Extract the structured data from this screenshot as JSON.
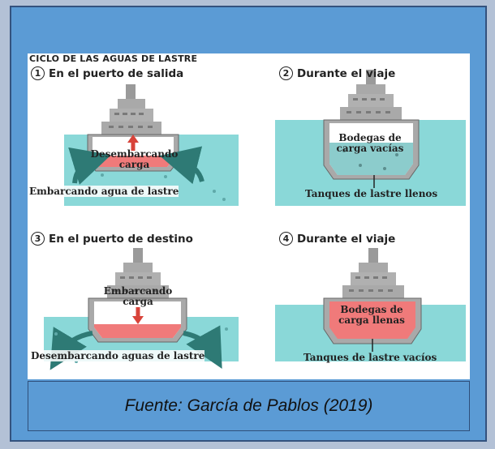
{
  "figure": {
    "title": "CICLO DE LAS AGUAS DE LASTRE",
    "steps": [
      {
        "num": "1",
        "title": "En el puerto de salida",
        "label_top_1": "Desembarcando",
        "label_top_2": "carga",
        "label_bottom": "Embarcando agua de lastre"
      },
      {
        "num": "2",
        "title": "Durante el viaje",
        "label_top_1": "Bodegas de",
        "label_top_2": "carga vacías",
        "label_bottom": "Tanques de lastre llenos"
      },
      {
        "num": "3",
        "title": "En el puerto de destino",
        "label_top_1": "Embarcando",
        "label_top_2": "carga",
        "label_bottom": "Desembarcando aguas de lastre"
      },
      {
        "num": "4",
        "title": "Durante el viaje",
        "label_top_1": "Bodegas de",
        "label_top_2": "carga llenas",
        "label_bottom": "Tanques de lastre vacíos"
      }
    ]
  },
  "caption": {
    "text": "Fuente: García de Pablos (2019)"
  },
  "colors": {
    "panel": "#5b9bd5",
    "water": "#8ad8d8",
    "cargo": "#f07a7a",
    "ship": "#a9a9a9",
    "arrow": "#d8433a",
    "flow_arrow": "#2e7a75"
  }
}
